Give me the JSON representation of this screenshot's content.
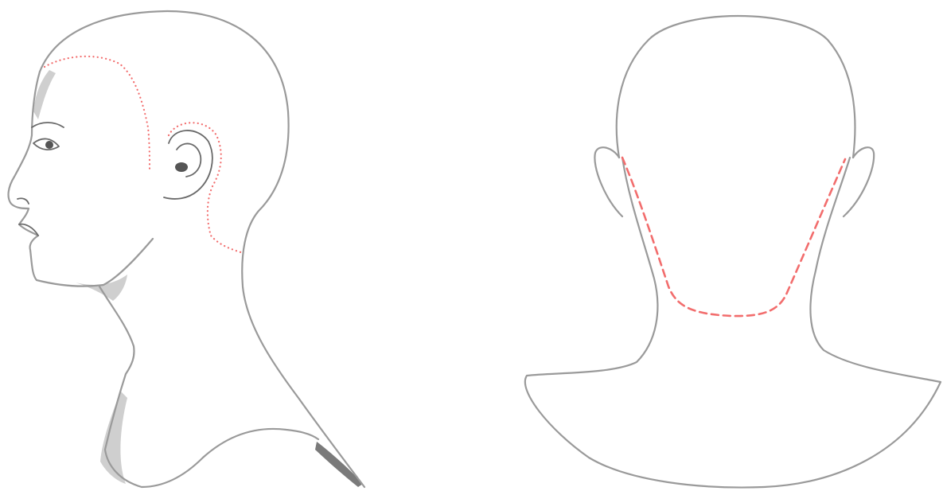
{
  "figure": {
    "panels": [
      {
        "view": "side profile",
        "guide_style": "dotted"
      },
      {
        "view": "back",
        "guide_style": "dashed"
      }
    ]
  },
  "colors": {
    "outline": "#9a9a9a",
    "feature_detail": "#6a6a6a",
    "shading_light": "#cfcfcf",
    "shading_dark": "#7a7a7a",
    "guide_line": "#f26d6d",
    "background": "#ffffff"
  }
}
